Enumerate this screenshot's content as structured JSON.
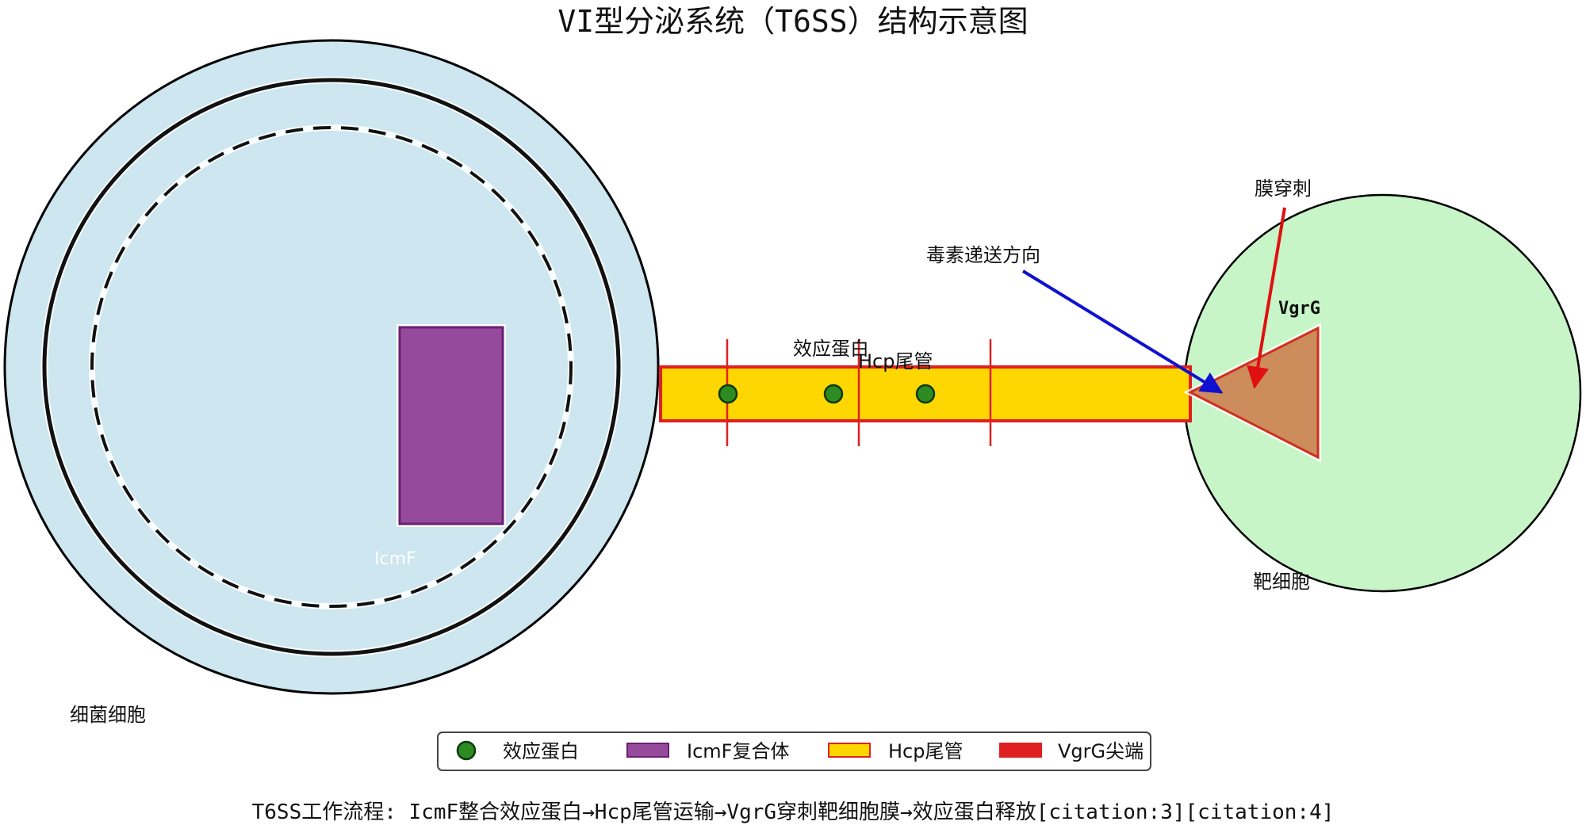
{
  "title": "VI型分泌系统（T6SS）结构示意图",
  "labels": {
    "bacterial_cell": "细菌细胞",
    "icmf": "IcmF",
    "effector": "效应蛋白",
    "hcp_tube": "Hcp尾管",
    "toxin_direction": "毒素递送方向",
    "membrane_pierce": "膜穿刺",
    "vgrg": "VgrG",
    "target_cell": "靶细胞"
  },
  "legend": [
    {
      "label": "效应蛋白",
      "icon": "green-dot"
    },
    {
      "label": "IcmF复合体",
      "icon": "purple-rect"
    },
    {
      "label": "Hcp尾管",
      "icon": "yellow-rect"
    },
    {
      "label": "VgrG尖端",
      "icon": "red-rect"
    }
  ],
  "caption": "T6SS工作流程: IcmF整合效应蛋白→Hcp尾管运输→VgrG穿刺靶细胞膜→效应蛋白释放[citation:3][citation:4]",
  "colors": {
    "cell_fill": "#cde6ef",
    "target_fill": "#c8f5c8",
    "icmf": "#954a9c",
    "tube": "#ffd700",
    "tube_border": "#e02020",
    "effector": "#2e8b22",
    "vgrg": "#cd8c5c",
    "arrow_blue": "#1010d0",
    "arrow_red": "#e01010"
  }
}
